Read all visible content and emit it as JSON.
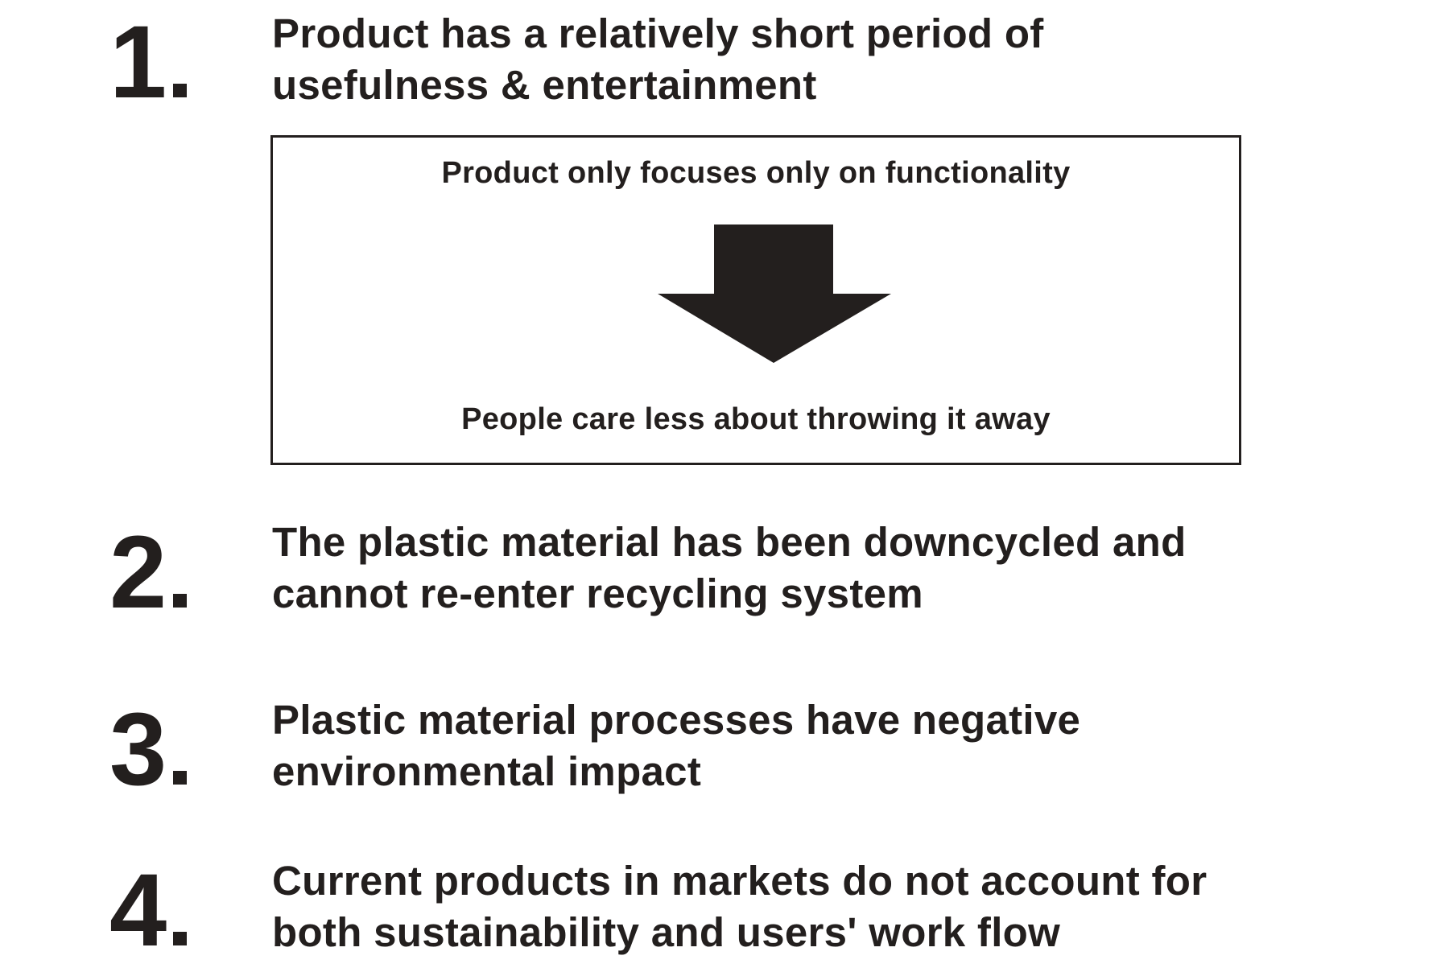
{
  "items": [
    {
      "number": "1",
      "lines": [
        "Product has a relatively short period of",
        "usefulness & entertainment"
      ]
    },
    {
      "number": "2",
      "lines": [
        "The plastic material has been downcycled and",
        "cannot re-enter recycling system"
      ]
    },
    {
      "number": "3",
      "lines": [
        "Plastic material processes have negative",
        "environmental impact"
      ]
    },
    {
      "number": "4",
      "lines": [
        "Current products in markets do not account for",
        "both sustainability and users' work flow"
      ]
    }
  ],
  "flow_box": {
    "top_text": "Product only focuses only on functionality",
    "bottom_text": "People care less about throwing it away",
    "arrow_icon": "down-arrow-icon"
  },
  "colors": {
    "text": "#231f1e",
    "background": "#ffffff"
  }
}
